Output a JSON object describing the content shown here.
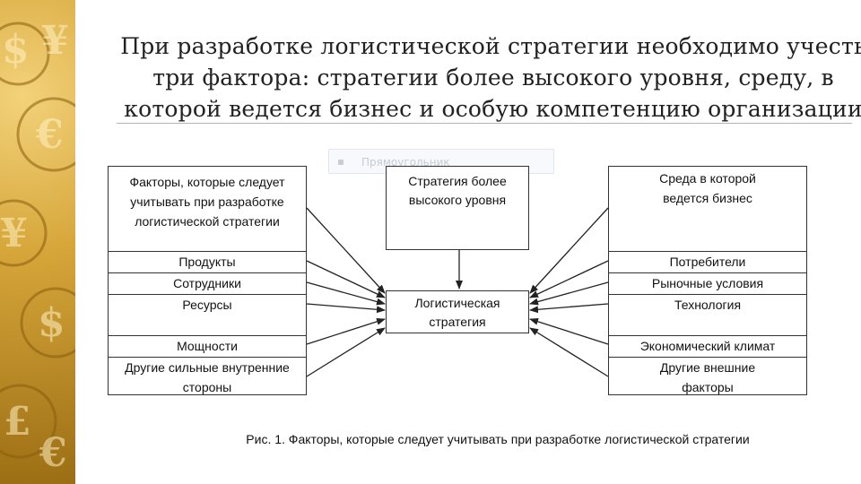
{
  "slide": {
    "title": "При разработке логистической стратегии необходимо учесть три фактора: стратегии более высокого уровня, среду, в которой ведется бизнес и особую компетенцию организации",
    "ghost_label": "Прямоугольник",
    "side_pattern_icon": "currency-symbols-gold-pattern"
  },
  "diagram": {
    "left_column": {
      "header": "Факторы, которые следует учитывать при разработке логистической стратегии",
      "items": [
        "Продукты",
        "Сотрудники",
        "Ресурсы",
        "Мощности",
        "Другие сильные внутренние стороны"
      ]
    },
    "top_box": "Стратегия более высокого уровня",
    "center_box": "Логистическая стратегия",
    "right_column": {
      "header": "Среда в которой ведется бизнес",
      "items": [
        "Потребители",
        "Рыночные условия",
        "Технология",
        "Экономический климат",
        "Другие внешние факторы"
      ]
    }
  },
  "caption": "Рис. 1. Факторы, которые следует учитывать при разработке логистической стратегии"
}
